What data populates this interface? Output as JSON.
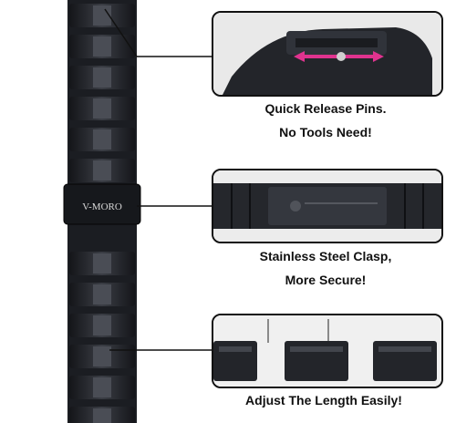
{
  "strap": {
    "brand": "V-MORO"
  },
  "callouts": [
    {
      "lines": [
        "Quick Release Pins.",
        "No Tools Need!"
      ]
    },
    {
      "lines": [
        "Stainless Steel Clasp,",
        "More Secure!"
      ]
    },
    {
      "lines": [
        "Adjust The Length Easily!"
      ]
    }
  ],
  "colors": {
    "steel": "#1b1d22",
    "highlight": "#4a4d55",
    "arrow": "#e0338f"
  }
}
